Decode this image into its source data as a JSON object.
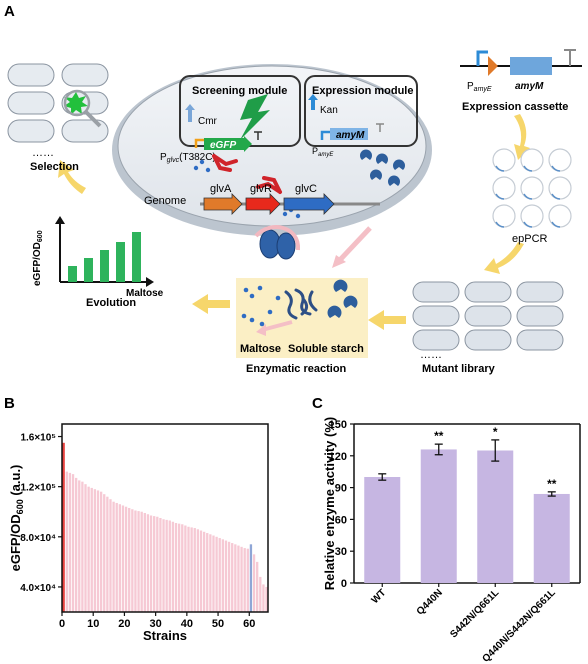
{
  "panels": {
    "a": {
      "letter": "A",
      "screening_module": "Screening module",
      "expression_module": "Expression module",
      "cmr": "Cmr",
      "kan": "Kan",
      "egfp": "eGFP",
      "promoter_glvc_main": "P",
      "promoter_glvc_sub": "glvc",
      "promoter_glvc_suffix": "(T382C)",
      "promoter_amye_main": "P",
      "promoter_amye_sub": "amyE",
      "amym": "amyM",
      "genome": "Genome",
      "glva": "glvA",
      "glvr": "glvR",
      "glvc": "glvC",
      "cassette_promoter_main": "P",
      "cassette_promoter_sub": "amyE",
      "cassette_gene": "amyM",
      "expression_cassette": "Expression cassette",
      "eppcr": "epPCR",
      "mutant_library_dots": "……",
      "mutant_library": "Mutant library",
      "enzymatic_reaction": "Enzymatic reaction",
      "maltose": "Maltose",
      "soluble_starch": "Soluble starch",
      "evolution_ylabel_main": "eGFP/OD",
      "evolution_ylabel_sub": "600",
      "evolution_xlabel": "Maltose",
      "evolution": "Evolution",
      "selection_dots": "……",
      "selection": "Selection",
      "colors": {
        "green_bar": "#2eb35c",
        "red": "#e8291c",
        "blue": "#2e6cc4",
        "orange": "#e07a2a",
        "arrow": "#f6d66b",
        "cell": "#dde3ea"
      }
    },
    "b": {
      "letter": "B"
    },
    "c": {
      "letter": "C"
    }
  },
  "chart_data": [
    {
      "type": "bar",
      "panel": "B",
      "xlabel": "Strains",
      "ylabel_main": "eGFP/OD",
      "ylabel_sub": "600",
      "ylabel_unit": " (a.u.)",
      "xlim": [
        0,
        66
      ],
      "ylim": [
        20000,
        170000
      ],
      "xticks": [
        "0",
        "10",
        "20",
        "30",
        "40",
        "50",
        "60"
      ],
      "yticks": [
        "4.0×10⁴",
        "8.0×10⁴",
        "1.2×10⁵",
        "1.6×10⁵"
      ],
      "highlight": {
        "first_color": "#e8433f",
        "highlight_index": 60,
        "highlight_color": "#8fa6d6",
        "other_color": "#f6c9d4"
      },
      "values": [
        155000,
        132000,
        131000,
        130000,
        127000,
        125000,
        124000,
        122000,
        120000,
        119000,
        118000,
        117000,
        116000,
        114000,
        112000,
        110000,
        108000,
        107000,
        106000,
        105000,
        104000,
        103000,
        102000,
        101000,
        100500,
        100000,
        99000,
        98000,
        97000,
        96500,
        96000,
        95000,
        94000,
        93500,
        93000,
        92000,
        91000,
        90500,
        90000,
        89000,
        88000,
        87500,
        87000,
        86000,
        85000,
        84000,
        83000,
        82000,
        81000,
        80000,
        79000,
        78000,
        77000,
        76000,
        75000,
        74000,
        73000,
        72000,
        71000,
        70500,
        74000,
        66000,
        60000,
        48000,
        42000,
        40000
      ]
    },
    {
      "type": "bar",
      "panel": "C",
      "ylabel": "Relative enzyme activity (%)",
      "ylim": [
        0,
        150
      ],
      "yticks": [
        "0",
        "30",
        "60",
        "90",
        "120",
        "150"
      ],
      "categories": [
        "WT",
        "Q440N",
        "S442N/Q661L",
        "Q440N/S442N/Q661L"
      ],
      "values": [
        100,
        126,
        125,
        84
      ],
      "errors": [
        3,
        5,
        10,
        2
      ],
      "significance": [
        "",
        "**",
        "*",
        "**"
      ],
      "bar_color": "#c6b6e2"
    }
  ]
}
